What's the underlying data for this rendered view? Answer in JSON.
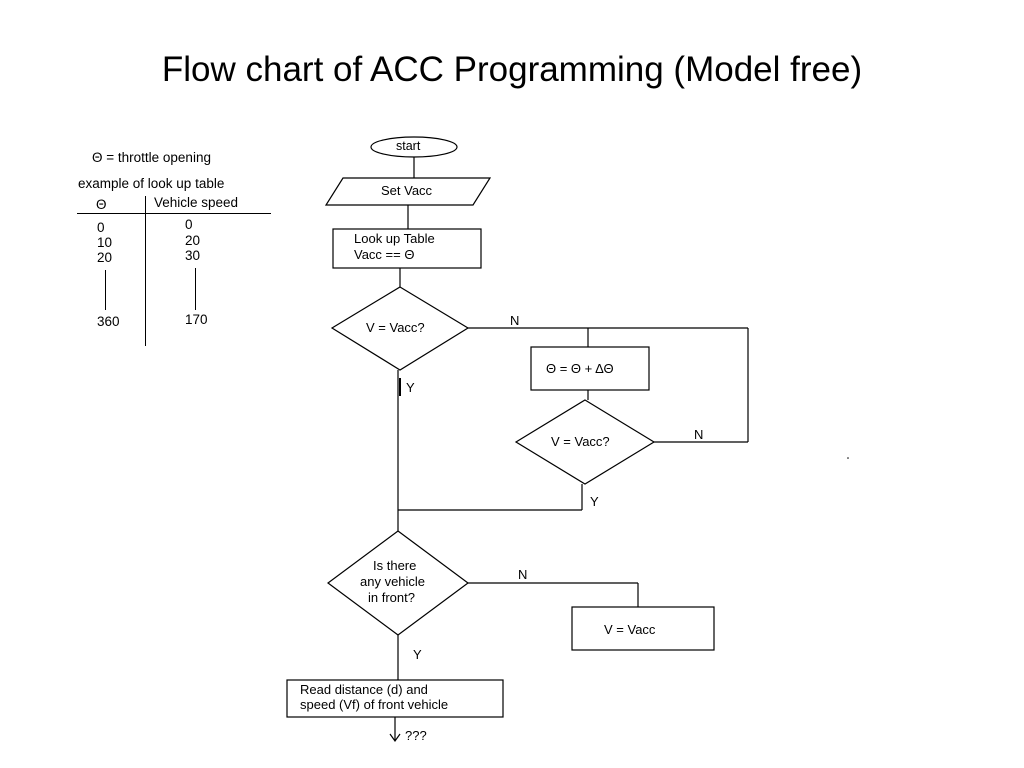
{
  "slide": {
    "title": "Flow chart of ACC Programming (Model free)"
  },
  "legend": {
    "theta_def": "Θ = throttle opening",
    "table_caption": "example of look up table",
    "col_theta": "Θ",
    "col_speed": "Vehicle speed",
    "rows": [
      {
        "theta": "0",
        "speed": "0"
      },
      {
        "theta": "10",
        "speed": "20"
      },
      {
        "theta": "20",
        "speed": "30"
      },
      {
        "theta": "360",
        "speed": "170"
      }
    ]
  },
  "flow": {
    "start": "start",
    "set_vacc": "Set Vacc",
    "lookup_line1": "Look up Table",
    "lookup_line2": "Vacc == Θ",
    "decision1": "V = Vacc?",
    "increment": "Θ = Θ + ΔΘ",
    "decision2": "V = Vacc?",
    "decision3_line1": "Is there",
    "decision3_line2": "any vehicle",
    "decision3_line3": "in front?",
    "set_v": "V = Vacc",
    "read_line1": "Read distance (d) and",
    "read_line2": "speed (Vf) of front vehicle",
    "end_label": "???",
    "yes": "Y",
    "no": "N"
  }
}
